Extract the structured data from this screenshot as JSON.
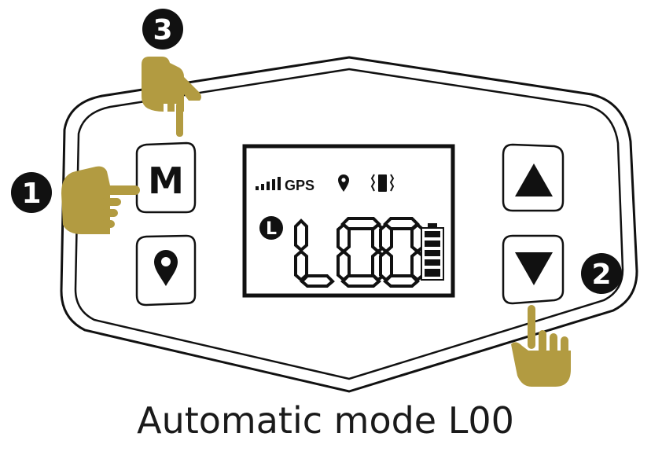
{
  "device": {
    "mode_button_label": "M",
    "gps_label": "GPS",
    "mode_indicator": "L",
    "display_code": "L00",
    "signal_bars": 5,
    "battery_level": 1.0
  },
  "steps": [
    "1",
    "2",
    "3"
  ],
  "caption": "Automatic mode L00",
  "colors": {
    "hand": "#b29b41",
    "outline": "#111111",
    "background": "#ffffff"
  }
}
